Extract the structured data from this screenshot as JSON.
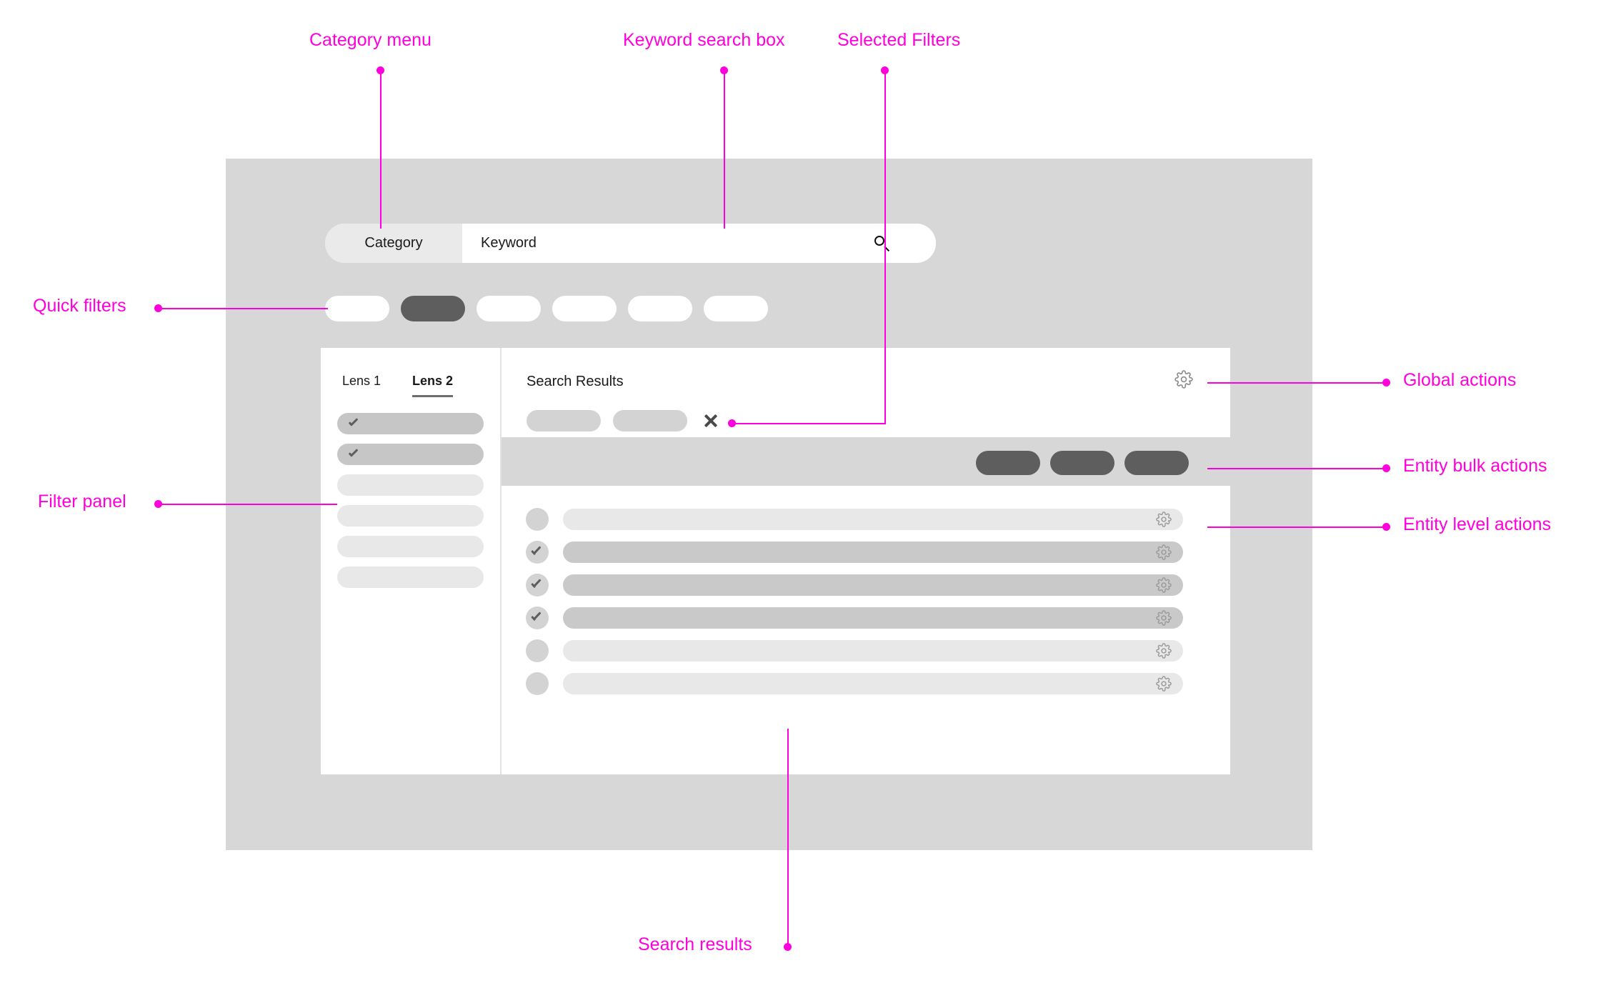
{
  "search": {
    "category_label": "Category",
    "keyword_placeholder": "Keyword",
    "search_icon": "search-icon"
  },
  "quick_filters": {
    "count": 6,
    "selected_index": 1,
    "pills": [
      {
        "label": "",
        "selected": false
      },
      {
        "label": "",
        "selected": true
      },
      {
        "label": "",
        "selected": false
      },
      {
        "label": "",
        "selected": false
      },
      {
        "label": "",
        "selected": false
      },
      {
        "label": "",
        "selected": false
      }
    ]
  },
  "filter_panel": {
    "tabs": [
      {
        "label": "Lens 1",
        "active": false
      },
      {
        "label": "Lens 2",
        "active": true
      }
    ],
    "rows": [
      {
        "label": "",
        "checked": true
      },
      {
        "label": "",
        "checked": true
      },
      {
        "label": "",
        "checked": false
      },
      {
        "label": "",
        "checked": false
      },
      {
        "label": "",
        "checked": false
      },
      {
        "label": "",
        "checked": false
      }
    ]
  },
  "results_header": {
    "title": "Search Results",
    "selected_filters": [
      {
        "label": ""
      },
      {
        "label": ""
      }
    ],
    "clear_icon": "close-icon",
    "global_action_icon": "gear-icon"
  },
  "bulk_actions": {
    "buttons": [
      {
        "label": ""
      },
      {
        "label": ""
      },
      {
        "label": ""
      }
    ]
  },
  "results": {
    "rows": [
      {
        "label": "",
        "checked": false,
        "action_icon": "gear-icon"
      },
      {
        "label": "",
        "checked": true,
        "action_icon": "gear-icon"
      },
      {
        "label": "",
        "checked": true,
        "action_icon": "gear-icon"
      },
      {
        "label": "",
        "checked": true,
        "action_icon": "gear-icon"
      },
      {
        "label": "",
        "checked": false,
        "action_icon": "gear-icon"
      },
      {
        "label": "",
        "checked": false,
        "action_icon": "gear-icon"
      }
    ]
  },
  "annotations": {
    "accent_color": "#ff00dd",
    "category_menu": "Category menu",
    "keyword_search_box": "Keyword search box",
    "selected_filters": "Selected Filters",
    "quick_filters": "Quick filters",
    "filter_panel": "Filter panel",
    "global_actions": "Global actions",
    "entity_bulk_actions": "Entity bulk actions",
    "entity_level_actions": "Entity level actions",
    "search_results": "Search results"
  },
  "colors": {
    "canvas_bg": "#d7d7d7",
    "panel_bg": "#ffffff",
    "selected_pill": "#5e5e5e",
    "row_idle": "#e8e8e8",
    "row_checked": "#c9c9c9",
    "chip": "#d3d3d3"
  }
}
